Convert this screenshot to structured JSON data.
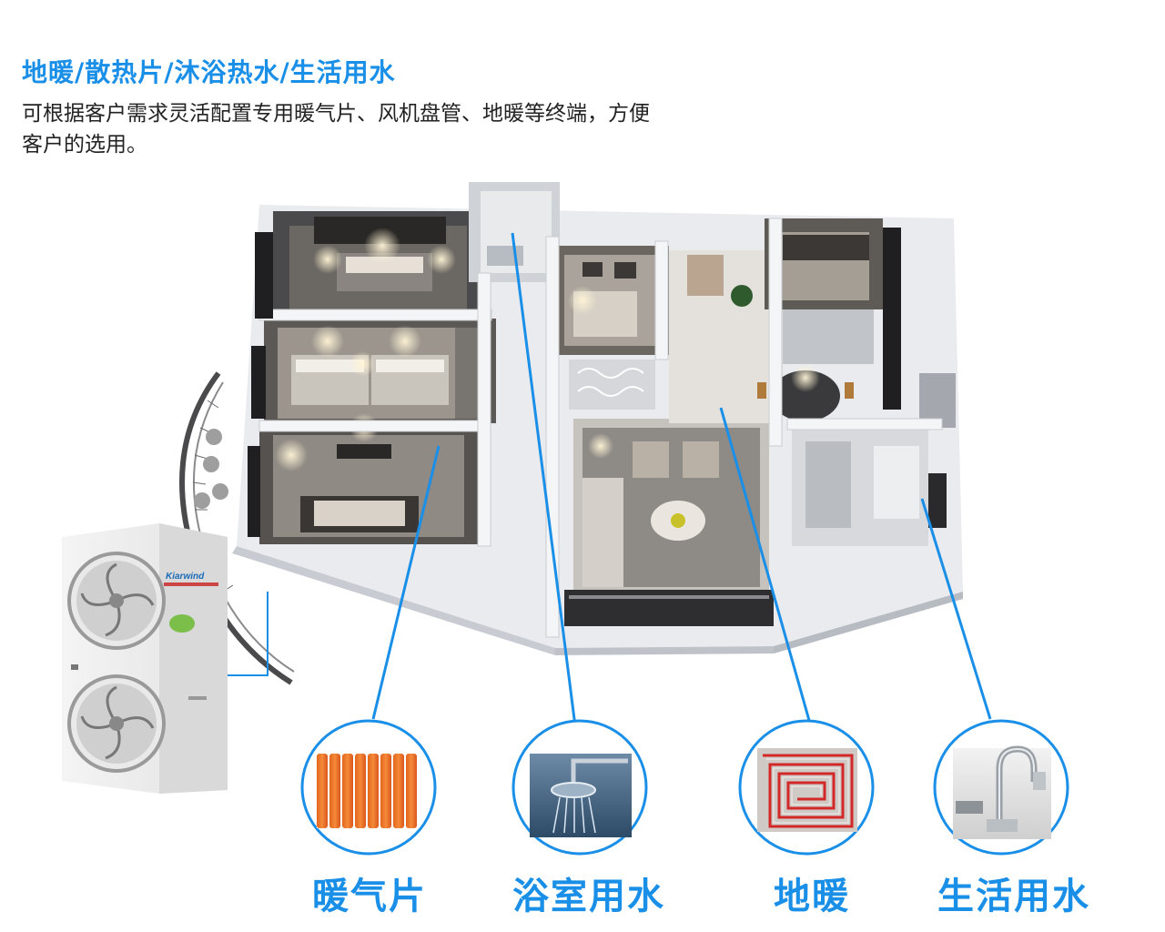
{
  "header": {
    "title": "地暖/散热片/沐浴热水/生活用水",
    "description": "可根据客户需求灵活配置专用暖气片、风机盘管、地暖等终端，方便客户的选用。"
  },
  "unit": {
    "brand": "Kiarwind"
  },
  "terminals": [
    {
      "label": "暖气片",
      "icon": "radiator-icon"
    },
    {
      "label": "浴室用水",
      "icon": "shower-icon"
    },
    {
      "label": "地暖",
      "icon": "floor-heating-icon"
    },
    {
      "label": "生活用水",
      "icon": "faucet-icon"
    }
  ],
  "colors": {
    "accent": "#1a8fe8",
    "text": "#222222"
  }
}
